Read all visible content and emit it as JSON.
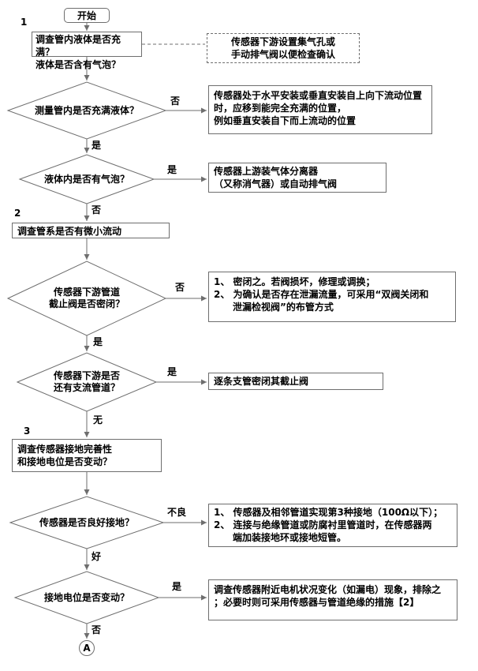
{
  "start_label": "开始",
  "end_label": "A",
  "numbers": {
    "one": "1",
    "two": "2",
    "three": "3"
  },
  "process1": {
    "lines": [
      "调查管内液体是否充满？",
      "液体是否含有气泡？"
    ]
  },
  "note_box": {
    "lines": [
      "传感器下游设置集气孔或",
      "手动排气阀以便检查确认"
    ]
  },
  "decision1": {
    "lines": [
      "测量管内是否充满液体？"
    ]
  },
  "action1": {
    "lines": [
      "传感器处于水平安装或垂直安装自上向下流动位置",
      "时，应移到能完全充满的位置，",
      "例如垂直安装自下而上流动的位置"
    ]
  },
  "decision2": {
    "lines": [
      "液体内是否有气泡？"
    ]
  },
  "action2": {
    "lines": [
      "传感器上游装气体分离器",
      "（又称消气器）或自动排气阀"
    ]
  },
  "process2": {
    "lines": [
      "调查管系是否有微小流动"
    ]
  },
  "decision3": {
    "lines": [
      "传感器下游管道",
      "截止阀是否密闭？"
    ]
  },
  "action3": {
    "lines": [
      "1、 密闭之。若阀损坏，修理或调换；",
      "2、 为确认是否存在泄漏流量，可采用“双阀关闭和",
      "　　泄漏检视阀”的布管方式"
    ]
  },
  "decision4": {
    "lines": [
      "传感器下游是否",
      "还有支流管道？"
    ]
  },
  "action4": {
    "lines": [
      "逐条支管密闭其截止阀"
    ]
  },
  "process3": {
    "lines": [
      "调查传感器接地完善性",
      "和接地电位是否变动？"
    ]
  },
  "decision5": {
    "lines": [
      "传感器是否良好接地？"
    ]
  },
  "action5": {
    "lines": [
      "1、 传感器及相邻管道实现第3种接地（100Ω以下）；",
      "2、 连接与绝缘管道或防腐衬里管道时，在传感器两",
      "　　端加装接地环或接地短管。"
    ]
  },
  "decision6": {
    "lines": [
      "接地电位是否变动？"
    ]
  },
  "action6": {
    "lines": [
      "调查传感器附近电机状况变化（如漏电）现象，排除之",
      "；必要时则可采用传感器与管道绝缘的措施【2】"
    ]
  },
  "edges": {
    "d1_no": "否",
    "d1_yes": "是",
    "d2_yes": "是",
    "d2_no": "否",
    "d3_no": "否",
    "d3_yes": "是",
    "d4_yes": "是",
    "d4_none": "无",
    "d5_bad": "不良",
    "d5_good": "好",
    "d6_yes": "是",
    "d6_no": "否"
  }
}
